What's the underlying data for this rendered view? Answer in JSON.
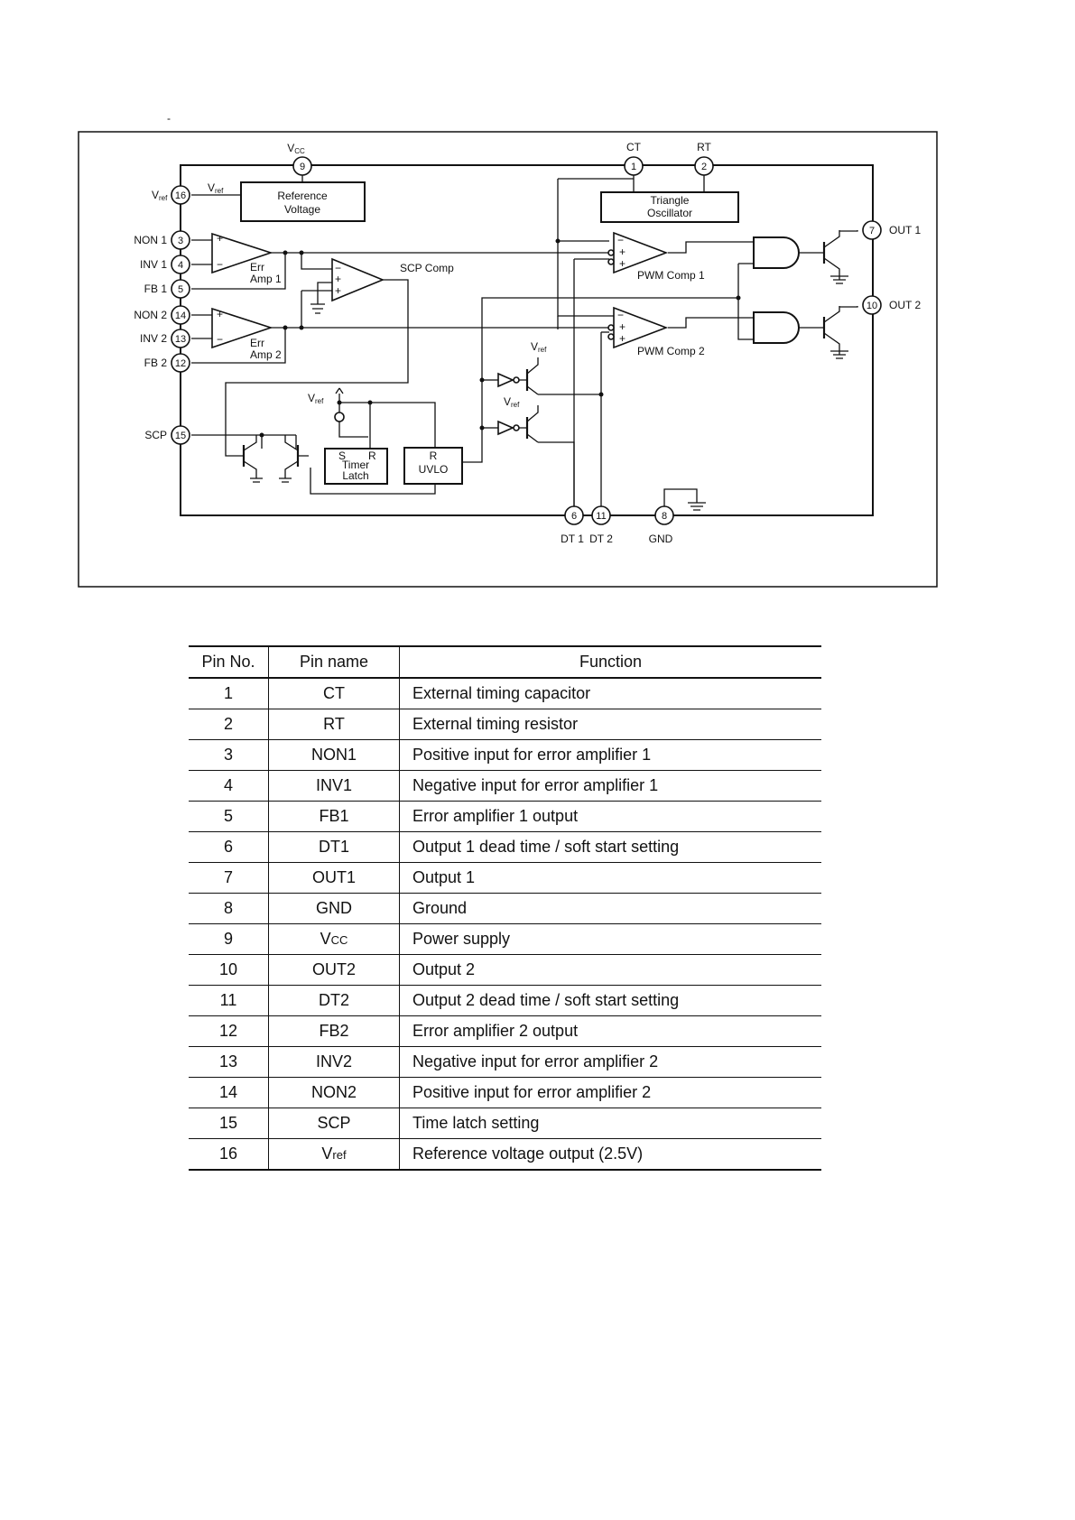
{
  "page_mark": "-",
  "diagram": {
    "blocks": {
      "reference_voltage": [
        "Reference",
        "Voltage"
      ],
      "triangle_oscillator": [
        "Triangle",
        "Oscillator"
      ],
      "err_amp_1": [
        "Err",
        "Amp 1"
      ],
      "err_amp_2": [
        "Err",
        "Amp 2"
      ],
      "scp_comp": "SCP Comp",
      "pwm_comp_1": "PWM Comp 1",
      "pwm_comp_2": "PWM Comp 2",
      "timer_latch": {
        "s": "S",
        "r": "R",
        "line1": "Timer",
        "line2": "Latch"
      },
      "uvlo": {
        "r": "R",
        "label": "UVLO"
      }
    },
    "pins": {
      "vcc": {
        "num": "9",
        "main": "V",
        "sub": "CC"
      },
      "ct": {
        "num": "1",
        "label": "CT"
      },
      "rt": {
        "num": "2",
        "label": "RT"
      },
      "vref": {
        "num": "16",
        "main": "V",
        "sub": "ref"
      },
      "non1": {
        "num": "3",
        "label": "NON 1"
      },
      "inv1": {
        "num": "4",
        "label": "INV 1"
      },
      "fb1": {
        "num": "5",
        "label": "FB 1"
      },
      "non2": {
        "num": "14",
        "label": "NON 2"
      },
      "inv2": {
        "num": "13",
        "label": "INV 2"
      },
      "fb2": {
        "num": "12",
        "label": "FB 2"
      },
      "scp": {
        "num": "15",
        "label": "SCP"
      },
      "out1": {
        "num": "7",
        "label": "OUT 1"
      },
      "out2": {
        "num": "10",
        "label": "OUT 2"
      },
      "dt1": {
        "num": "6",
        "label": "DT 1"
      },
      "dt2": {
        "num": "11",
        "label": "DT 2"
      },
      "gnd": {
        "num": "8",
        "label": "GND"
      }
    },
    "internal_labels": {
      "vref_main": "V",
      "vref_sub": "ref",
      "plus": "+",
      "minus": "−"
    }
  },
  "table": {
    "headers": {
      "pin_no": "Pin  No.",
      "pin_name": "Pin name",
      "function": "Function"
    },
    "rows": [
      {
        "no": "1",
        "name": "CT",
        "sub": "",
        "function": "External timing capacitor"
      },
      {
        "no": "2",
        "name": "RT",
        "sub": "",
        "function": "External timing resistor"
      },
      {
        "no": "3",
        "name": "NON1",
        "sub": "",
        "function": "Positive input for error amplifier 1"
      },
      {
        "no": "4",
        "name": "INV1",
        "sub": "",
        "function": "Negative input for error amplifier 1"
      },
      {
        "no": "5",
        "name": "FB1",
        "sub": "",
        "function": "Error amplifier 1 output"
      },
      {
        "no": "6",
        "name": "DT1",
        "sub": "",
        "function": "Output 1 dead time / soft start setting"
      },
      {
        "no": "7",
        "name": "OUT1",
        "sub": "",
        "function": "Output 1"
      },
      {
        "no": "8",
        "name": "GND",
        "sub": "",
        "function": "Ground"
      },
      {
        "no": "9",
        "name": "V",
        "sub": "CC",
        "function": "Power supply"
      },
      {
        "no": "10",
        "name": "OUT2",
        "sub": "",
        "function": "Output 2"
      },
      {
        "no": "11",
        "name": "DT2",
        "sub": "",
        "function": "Output 2 dead time / soft start setting"
      },
      {
        "no": "12",
        "name": "FB2",
        "sub": "",
        "function": "Error amplifier 2 output"
      },
      {
        "no": "13",
        "name": "INV2",
        "sub": "",
        "function": "Negative input for error amplifier 2"
      },
      {
        "no": "14",
        "name": "NON2",
        "sub": "",
        "function": "Positive input for error amplifier 2"
      },
      {
        "no": "15",
        "name": "SCP",
        "sub": "",
        "function": "Time latch setting"
      },
      {
        "no": "16",
        "name": "V",
        "sub": "ref",
        "function": "Reference voltage output (2.5V)"
      }
    ]
  }
}
